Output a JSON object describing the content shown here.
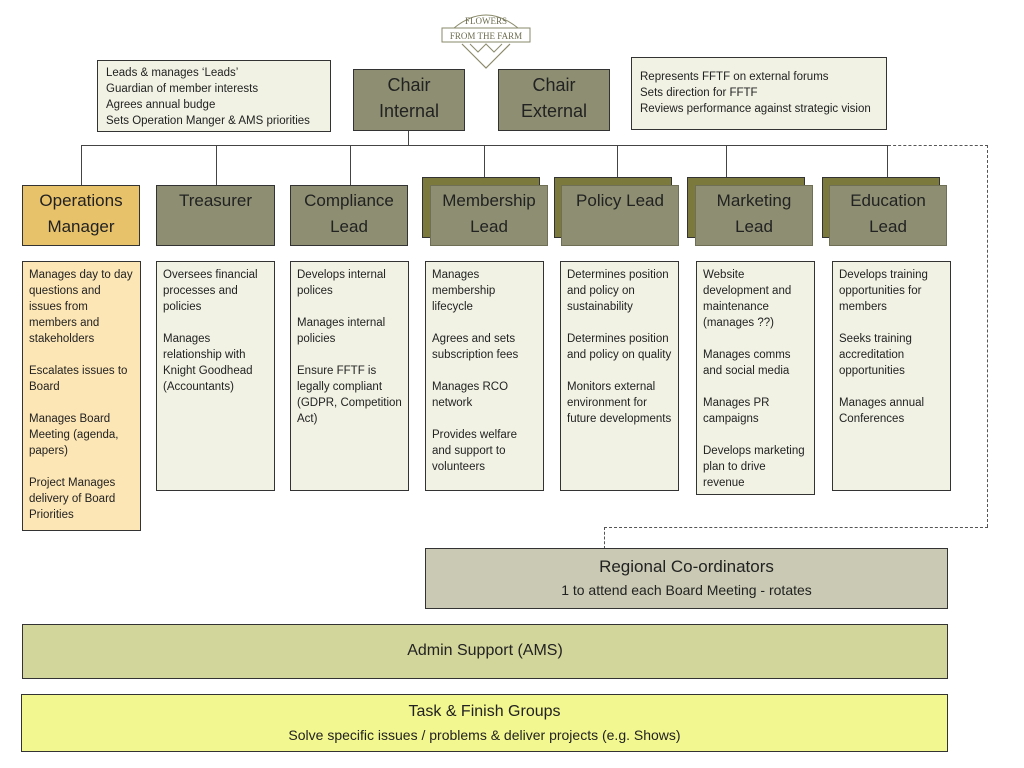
{
  "logo": {
    "top_text": "FLOWERS",
    "bottom_text": "FROM THE FARM"
  },
  "chair_internal": {
    "title_line1": "Chair",
    "title_line2": "Internal",
    "notes": [
      "Leads & manages ‘Leads’",
      "Guardian of member interests",
      "Agrees annual budge",
      "Sets Operation Manger & AMS priorities"
    ]
  },
  "chair_external": {
    "title_line1": "Chair",
    "title_line2": "External",
    "notes": [
      "Represents FFTF on external forums",
      "Sets direction for FFTF",
      "Reviews performance against strategic vision"
    ]
  },
  "roles": [
    {
      "title_line1": "Operations",
      "title_line2": "Manager",
      "duties": [
        "Manages day to day questions and issues from members and stakeholders",
        "Escalates issues to Board",
        "Manages Board Meeting (agenda, papers)",
        "Project Manages delivery of Board Priorities"
      ]
    },
    {
      "title_line1": "Treasurer",
      "title_line2": "",
      "duties": [
        "Oversees financial processes and policies",
        "Manages relationship with Knight Goodhead (Accountants)"
      ]
    },
    {
      "title_line1": "Compliance",
      "title_line2": "Lead",
      "duties": [
        "Develops internal polices",
        "Manages internal policies",
        "Ensure FFTF is legally compliant (GDPR, Competition Act)"
      ]
    },
    {
      "title_line1": "Membership",
      "title_line2": "Lead",
      "duties": [
        "Manages membership lifecycle",
        "Agrees and sets subscription fees",
        "Manages RCO network",
        "Provides welfare and support to volunteers"
      ]
    },
    {
      "title_line1": "Policy Lead",
      "title_line2": "",
      "duties": [
        "Determines position and policy on sustainability",
        "Determines position and policy on quality",
        "Monitors external environment for future developments"
      ]
    },
    {
      "title_line1": "Marketing",
      "title_line2": "Lead",
      "duties": [
        "Website development and maintenance (manages ??)",
        "Manages comms and social media",
        "Manages PR campaigns",
        "Develops marketing plan to drive revenue"
      ]
    },
    {
      "title_line1": "Education",
      "title_line2": "Lead",
      "duties": [
        "Develops training opportunities for members",
        "Seeks training accreditation opportunities",
        "Manages annual Conferences"
      ]
    }
  ],
  "regional": {
    "title": "Regional Co-ordinators",
    "subtitle": "1 to attend each Board Meeting - rotates"
  },
  "admin": {
    "title": "Admin Support (AMS)"
  },
  "task_finish": {
    "title": "Task & Finish Groups",
    "subtitle": "Solve specific issues / problems & deliver projects (e.g. Shows)"
  },
  "colors": {
    "role_box": "#8e8f72",
    "ops_box": "#e8c26a",
    "ops_desc": "#fde6b5",
    "desc_box": "#f1f2e4",
    "regional_band": "#c9c9b4",
    "admin_band": "#d2d69a",
    "task_band": "#f2f78f"
  }
}
